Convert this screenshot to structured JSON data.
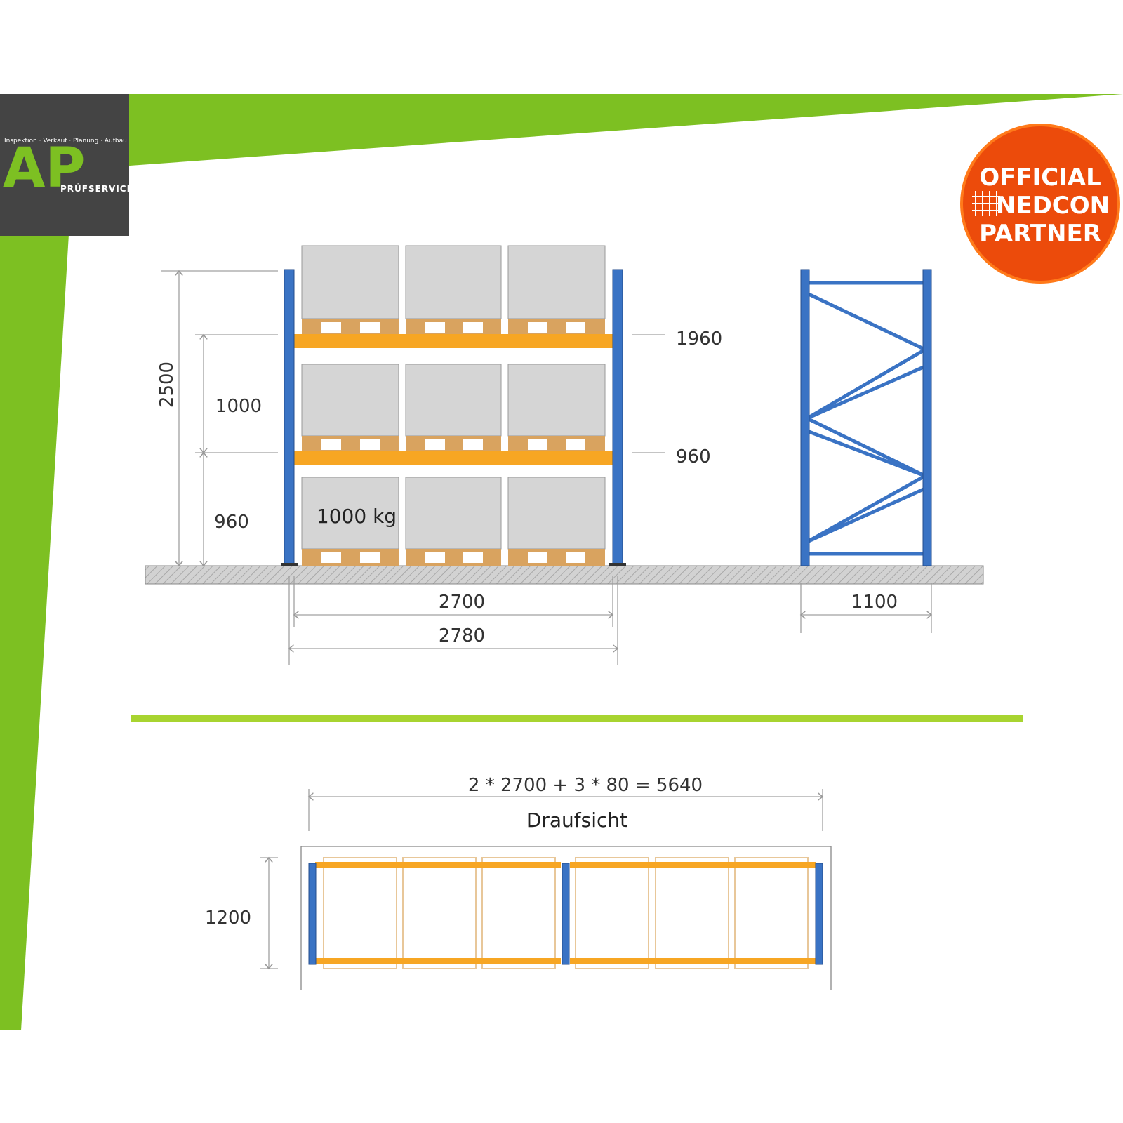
{
  "colors": {
    "brand_green": "#7dc022",
    "upright_blue": "#3a73c4",
    "beam_orange": "#f7a623",
    "pallet_wood": "#d9a35f",
    "box_grey": "#d5d5d5",
    "logo_bg": "#444444",
    "badge_orange": "#ec4b0b"
  },
  "logo": {
    "tagline": "Inspektion · Verkauf · Planung · Aufbau",
    "letters": "AP",
    "subtitle": "PRÜFSERVICE"
  },
  "badge": {
    "line1": "OFFICIAL",
    "line2": "NEDCON",
    "line3": "PARTNER"
  },
  "front_view": {
    "total_height": "2500",
    "level_spacing": "1000",
    "first_level_height": "960",
    "beam_upper_label": "1960",
    "beam_lower_label": "960",
    "load_label": "1000 kg",
    "bay_width_inner": "2700",
    "bay_width_outer": "2780"
  },
  "side_view": {
    "frame_depth": "1100"
  },
  "top_view": {
    "formula": "2 * 2700 + 3 * 80 = 5640",
    "title": "Draufsicht",
    "depth": "1200"
  }
}
